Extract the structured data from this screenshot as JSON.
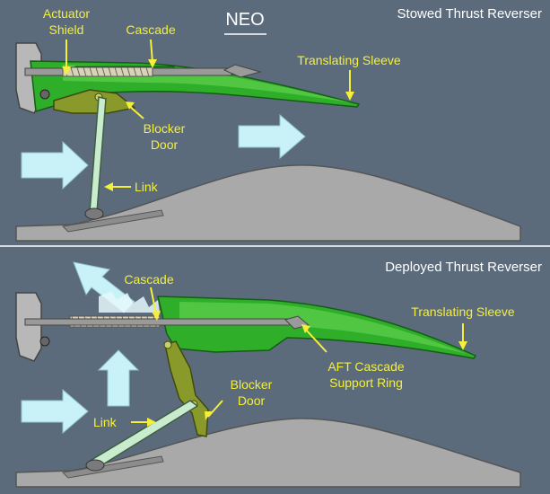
{
  "header": {
    "badge": "NEO",
    "stowed_title": "Stowed Thrust Reverser",
    "deployed_title": "Deployed Thrust Reverser"
  },
  "stowed": {
    "actuator_shield_line1": "Actuator",
    "actuator_shield_line2": "Shield",
    "cascade": "Cascade",
    "translating_sleeve": "Translating Sleeve",
    "blocker_door_line1": "Blocker",
    "blocker_door_line2": "Door",
    "link": "Link"
  },
  "deployed": {
    "cascade": "Cascade",
    "translating_sleeve": "Translating Sleeve",
    "aft_ring_line1": "AFT Cascade",
    "aft_ring_line2": "Support Ring",
    "blocker_door_line1": "Blocker",
    "blocker_door_line2": "Door",
    "link": "Link"
  },
  "colors": {
    "background": "#5b6b7c",
    "label": "#f4ef3a",
    "sleeve_green": "#2fae2a",
    "blocker_door": "#8a9a2a",
    "link_rod": "#c9eccf",
    "airflow_arrow": "#c8f2f8",
    "engine_core": "#a9a9a9",
    "divider": "#d8dde2"
  }
}
